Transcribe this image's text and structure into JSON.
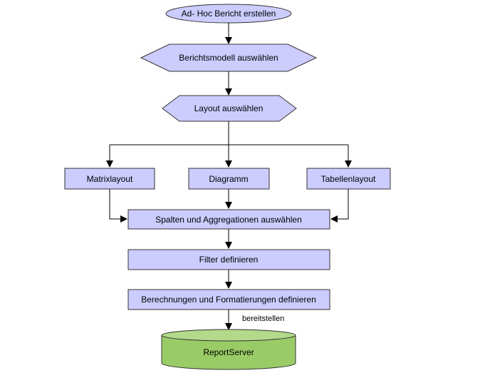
{
  "colors": {
    "node_fill": "#ccccff",
    "node_stroke": "#333333",
    "line": "#000000",
    "storage_fill": "#99cc66",
    "storage_top_fill": "#b3d98a"
  },
  "nodes": {
    "start": "Ad- Hoc Bericht erstellen",
    "model": "Berichtsmodell auswählen",
    "layout": "Layout auswählen",
    "matrix": "Matrixlayout",
    "chart": "Diagramm",
    "table": "Tabellenlayout",
    "columns": "Spalten und Aggregationen auswählen",
    "filter": "Filter definieren",
    "calc": "Berechnungen und Formatierungen definieren",
    "server": "ReportServer"
  },
  "edges": {
    "provide_label": "bereitstellen"
  }
}
